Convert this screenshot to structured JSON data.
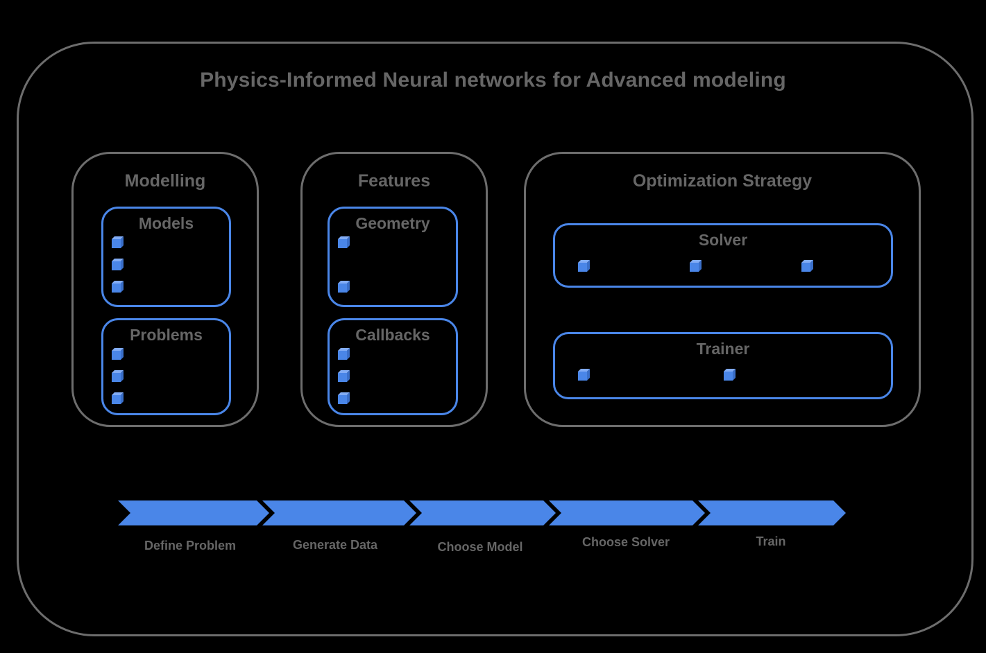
{
  "title": "Physics-Informed Neural networks for Advanced modeling",
  "colors": {
    "accent_blue": "#4a86e8",
    "cube_top": "#82acf5",
    "cube_side": "#3a6fc9",
    "frame_gray": "#6d6d6d",
    "text_gray": "#666666",
    "background": "#000000"
  },
  "groups": [
    {
      "title": "Modelling",
      "boxes": [
        {
          "title": "Models",
          "bullet_count": 3,
          "bullet_layout": "vertical"
        },
        {
          "title": "Problems",
          "bullet_count": 3,
          "bullet_layout": "vertical"
        }
      ]
    },
    {
      "title": "Features",
      "boxes": [
        {
          "title": "Geometry",
          "bullet_count": 2,
          "bullet_layout": "vertical"
        },
        {
          "title": "Callbacks",
          "bullet_count": 3,
          "bullet_layout": "vertical"
        }
      ]
    },
    {
      "title": "Optimization Strategy",
      "boxes": [
        {
          "title": "Solver",
          "bullet_count": 3,
          "bullet_layout": "horizontal"
        },
        {
          "title": "Trainer",
          "bullet_count": 2,
          "bullet_layout": "horizontal"
        }
      ]
    }
  ],
  "flow": {
    "steps": [
      "Define Problem",
      "Generate Data",
      "Choose Model",
      "Choose Solver",
      "Train"
    ]
  }
}
